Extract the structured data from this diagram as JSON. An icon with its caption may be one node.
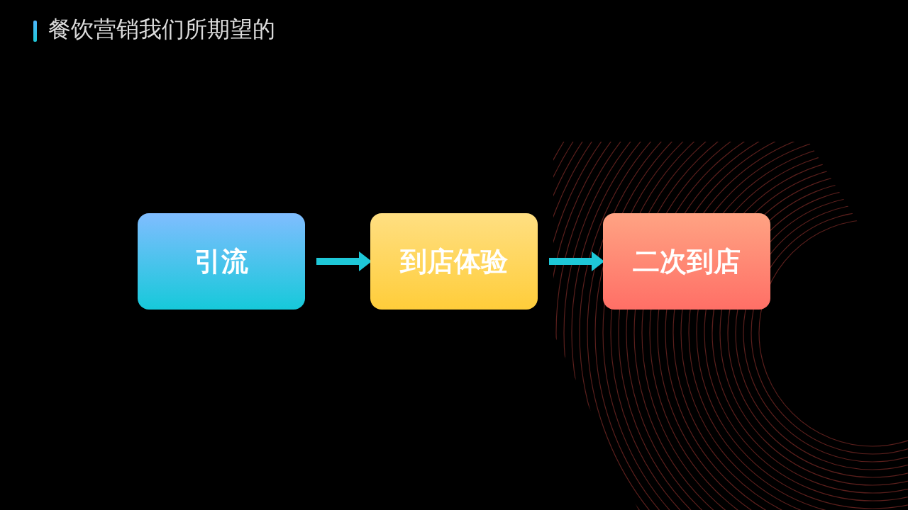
{
  "diagram": {
    "title": "餐饮营销我们所期望的",
    "nodes": [
      {
        "text": [
          "引流"
        ]
      },
      {
        "text": [
          "到店体验"
        ]
      },
      {
        "text": [
          "二次到店"
        ]
      }
    ],
    "edges": [
      {
        "from": 0,
        "to": 1,
        "arrow": "to"
      },
      {
        "from": 1,
        "to": 2,
        "arrow": "to"
      }
    ]
  }
}
